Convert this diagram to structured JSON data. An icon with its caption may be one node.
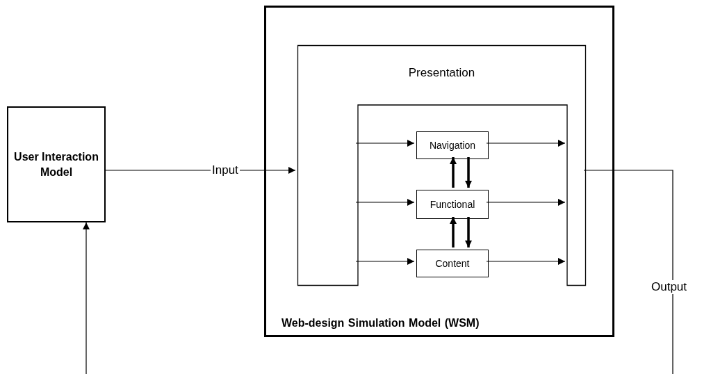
{
  "diagram": {
    "nodes": [
      {
        "text": [
          "User Interaction Model"
        ]
      },
      {
        "text": [
          "Web-design Simulation Model (WSM)"
        ]
      },
      {
        "text": [
          "Presentation"
        ],
        "in": 1
      },
      {
        "text": [
          "Navigation"
        ],
        "in": 2
      },
      {
        "text": [
          "Functional"
        ],
        "in": 2
      },
      {
        "text": [
          "Content"
        ],
        "in": 2
      }
    ],
    "edges": [
      {
        "from": 0,
        "to": 2,
        "arrow": "to",
        "label": "Input"
      },
      {
        "from": 2,
        "to": 3,
        "arrow": "to"
      },
      {
        "from": 2,
        "to": 4,
        "arrow": "to"
      },
      {
        "from": 2,
        "to": 5,
        "arrow": "to"
      },
      {
        "from": 3,
        "to": 2,
        "arrow": "to"
      },
      {
        "from": 4,
        "to": 2,
        "arrow": "to"
      },
      {
        "from": 5,
        "to": 2,
        "arrow": "to"
      },
      {
        "from": 4,
        "to": 3,
        "arrow": "to",
        "style": "thick"
      },
      {
        "from": 3,
        "to": 4,
        "arrow": "to",
        "style": "thick"
      },
      {
        "from": 5,
        "to": 4,
        "arrow": "to",
        "style": "thick"
      },
      {
        "from": 4,
        "to": 5,
        "arrow": "to",
        "style": "thick"
      },
      {
        "from": 2,
        "to": null,
        "arrow": "none",
        "label": "Output"
      },
      {
        "from": null,
        "to": 0,
        "arrow": "to"
      }
    ]
  }
}
